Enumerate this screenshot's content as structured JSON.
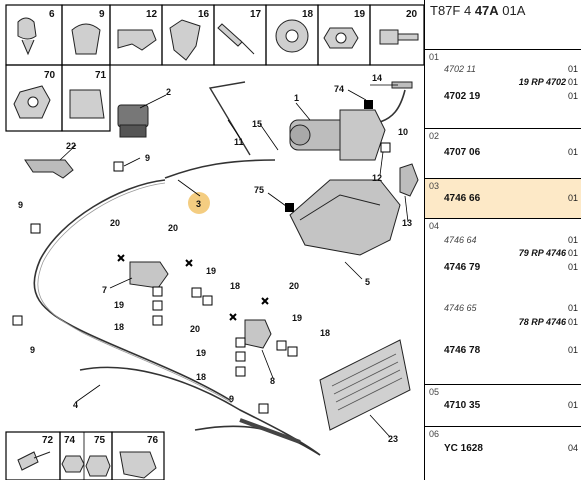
{
  "panel": {
    "title_prefix": "T87F 4",
    "title_bold": "47A",
    "title_suffix": "01A"
  },
  "rows": [
    {
      "no": "01",
      "q1": "01",
      "ref_italic": "4702 11",
      "rp": "19 RP 4702",
      "q2": "01",
      "ref": "4702 19",
      "q3": "01"
    },
    {
      "no": "02",
      "ref": "4707 06",
      "q": "01"
    },
    {
      "no": "03",
      "ref": "4746 66",
      "q": "01"
    },
    {
      "no": "04",
      "ital1": "4746 64",
      "q1": "01",
      "rp1": "79 RP 4746",
      "q2": "01",
      "ref1": "4746 79",
      "q3": "01",
      "ital2": "4746 65",
      "q4": "01",
      "rp2": "78 RP 4746",
      "q5": "01",
      "ref2": "4746 78",
      "q6": "01"
    },
    {
      "no": "05",
      "ref": "4710 35",
      "q": "01"
    },
    {
      "no": "06",
      "ref": "YC 1628",
      "q": "04"
    }
  ],
  "top_boxes": [
    "6",
    "9",
    "12",
    "16",
    "17",
    "18",
    "19",
    "20"
  ],
  "second_boxes": [
    "70",
    "71"
  ],
  "bottom_boxes": [
    "72",
    "74",
    "75",
    "76"
  ],
  "callouts": {
    "c1": "1",
    "c2": "2",
    "c3": "3",
    "c4": "4",
    "c5": "5",
    "c7": "7",
    "c8": "8",
    "c9a": "9",
    "c9b": "9",
    "c9c": "9",
    "c9d": "9",
    "c10": "10",
    "c11": "11",
    "c12": "12",
    "c13": "13",
    "c14": "14",
    "c15": "15",
    "c18a": "18",
    "c18b": "18",
    "c18c": "18",
    "c18d": "18",
    "c19a": "19",
    "c19b": "19",
    "c19c": "19",
    "c19d": "19",
    "c20a": "20",
    "c20b": "20",
    "c20c": "20",
    "c20d": "20",
    "c22": "22",
    "c23": "23",
    "c74": "74",
    "c75": "75"
  },
  "colors": {
    "highlight": "#fde9c7",
    "marker": "#f2c46b"
  }
}
